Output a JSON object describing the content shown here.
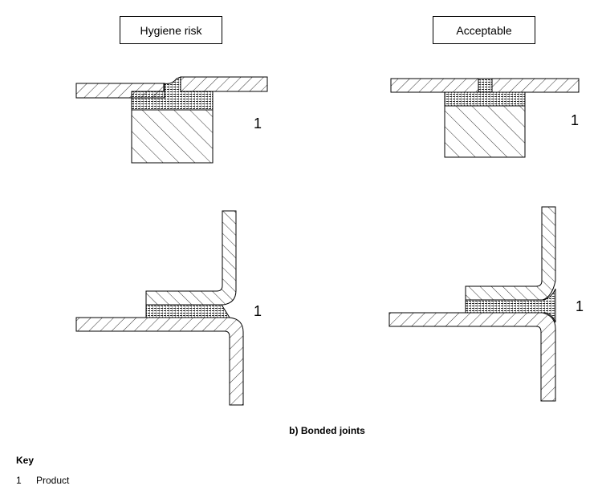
{
  "columns": [
    {
      "heading": "Hygiene risk"
    },
    {
      "heading": "Acceptable"
    }
  ],
  "callout_label": "1",
  "caption": "b)   Bonded joints",
  "key": {
    "title": "Key",
    "items": [
      {
        "number": "1",
        "label": "Product"
      }
    ]
  }
}
